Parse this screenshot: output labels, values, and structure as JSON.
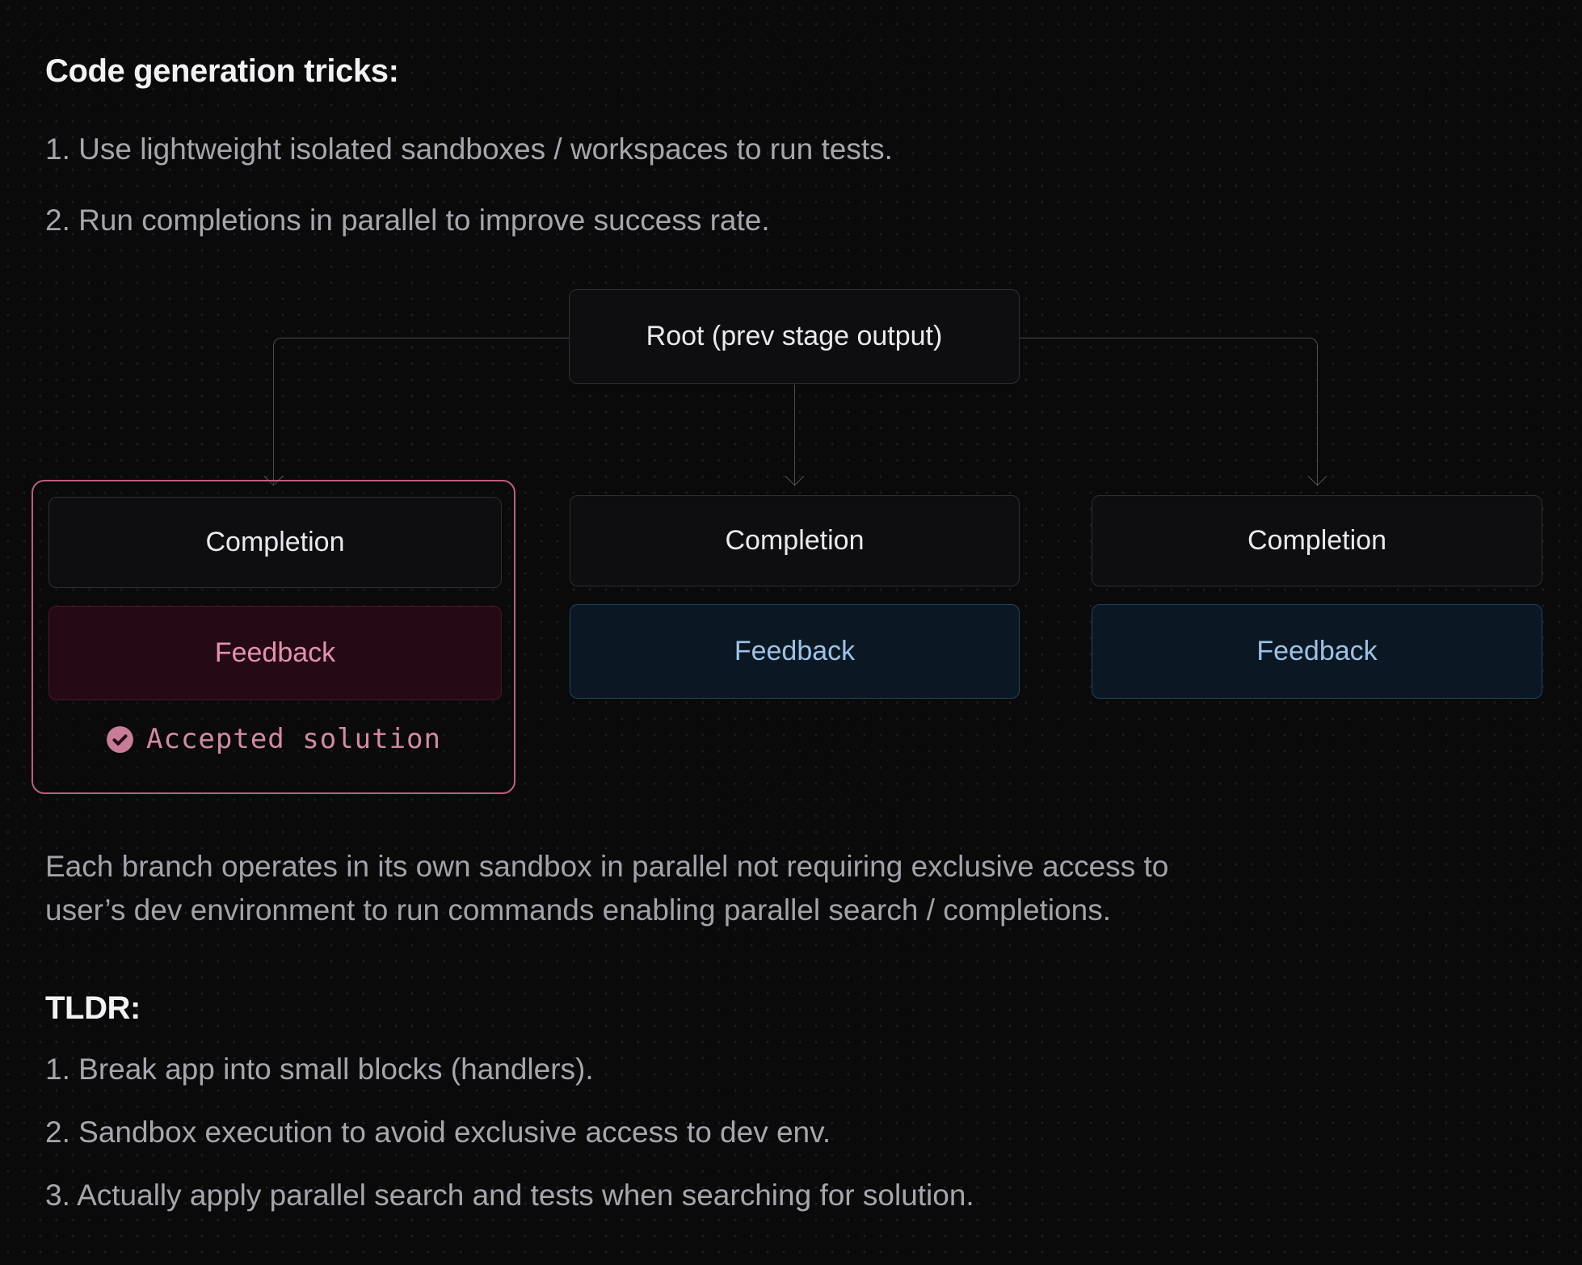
{
  "header": {
    "title": "Code generation tricks:"
  },
  "intro": {
    "items": [
      "1. Use lightweight isolated sandboxes / workspaces to run tests.",
      "2. Run completions in parallel to improve success rate."
    ]
  },
  "diagram": {
    "root_label": "Root (prev stage output)",
    "branches": [
      {
        "completion_label": "Completion",
        "feedback_label": "Feedback",
        "accepted_label": "Accepted solution",
        "state": "accepted"
      },
      {
        "completion_label": "Completion",
        "feedback_label": "Feedback",
        "state": "default"
      },
      {
        "completion_label": "Completion",
        "feedback_label": "Feedback",
        "state": "default"
      }
    ],
    "icons": {
      "accepted_check": "check-circle-icon"
    },
    "colors": {
      "accent_pink_border": "#bd5e7e",
      "accepted_text": "#d489a4",
      "check_circle_fill": "#c97c97",
      "feedback_maroon_bg": "#240a15",
      "feedback_maroon_border": "#4a172b",
      "feedback_maroon_text": "#e592ae",
      "feedback_blue_bg": "#0b1823",
      "feedback_blue_border": "#22425c",
      "feedback_blue_text": "#9dc2e6",
      "node_bg": "#0e0e10",
      "node_border": "#2e2e33",
      "connector": "#4c4c51",
      "page_bg": "#0a0a0b",
      "heading_text": "#f2f2f4",
      "body_text": "#a6a6ad"
    }
  },
  "paragraph": {
    "lines": [
      "Each branch operates in its own sandbox in parallel not requiring exclusive access to",
      "user’s dev environment to run commands enabling parallel search / completions."
    ]
  },
  "tldr": {
    "title": "TLDR:",
    "items": [
      "1. Break app into small blocks (handlers).",
      "2. Sandbox execution to avoid exclusive access to dev env.",
      "3. Actually apply parallel search and tests when searching for solution."
    ]
  }
}
